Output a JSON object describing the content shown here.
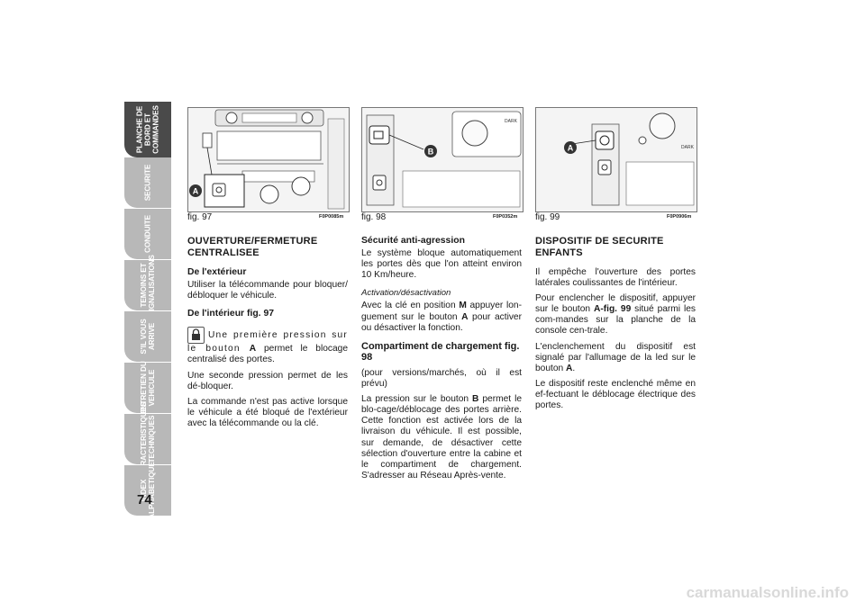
{
  "sidebar": {
    "tabs": [
      {
        "label": "PLANCHE DE\nBORD ET\nCOMMANDES",
        "active": true
      },
      {
        "label": "SECURITE"
      },
      {
        "label": "CONDUITE"
      },
      {
        "label": "TEMOINS ET\nSIGNALISATIONS"
      },
      {
        "label": "S'IL VOUS\nARRIVE"
      },
      {
        "label": "ENTRETIEN DU\nVEHICULE"
      },
      {
        "label": "CARACTERISTIQUES\nTECHNIQUES"
      },
      {
        "label": "INDEX\nALPHABETIQUE"
      }
    ]
  },
  "page_number": "74",
  "figures": [
    {
      "label": "fig. 97",
      "code": "F0P0085m",
      "callout": "A"
    },
    {
      "label": "fig. 98",
      "code": "F0P0352m",
      "callout": "B",
      "text": "DARK"
    },
    {
      "label": "fig. 99",
      "code": "F0P0906m",
      "callout": "A",
      "text": "DARK"
    }
  ],
  "col1": {
    "title": "OUVERTURE/FERMETURE CENTRALISEE",
    "sub1": "De l'extérieur",
    "p1": "Utiliser la télécommande pour bloquer/ débloquer le véhicule.",
    "sub2": "De l'intérieur fig. 97",
    "p2a": "Une première pression sur le bouton ",
    "p2b": "A",
    "p2c": " permet le blocage centralisé des portes.",
    "p3": "Une seconde pression permet de les dé-bloquer.",
    "p4": "La commande n'est pas active lorsque le véhicule a été bloqué de l'extérieur avec la télécommande ou la clé."
  },
  "col2": {
    "sub1": "Sécurité anti-agression",
    "p1": "Le système bloque automatiquement les portes dès que l'on atteint environ 10 Km/heure.",
    "ital": "Activation/désactivation",
    "p2a": "Avec la clé en position ",
    "p2b": "M",
    "p2c": " appuyer lon-guement sur le bouton ",
    "p2d": "A",
    "p2e": " pour activer ou désactiver la fonction.",
    "h2": "Compartiment de chargement fig. 98",
    "p3": "(pour versions/marchés, où il est prévu)",
    "p4a": "La pression sur le bouton ",
    "p4b": "B",
    "p4c": " permet le blo-cage/déblocage des portes arrière. Cette fonction est activée lors de la livraison du véhicule. Il est possible, sur demande, de désactiver cette sélection d'ouverture entre la cabine et le compartiment de chargement. S'adresser au Réseau Après-vente."
  },
  "col3": {
    "title": "DISPOSITIF DE SECURITE ENFANTS",
    "p1": "Il empêche l'ouverture des portes latérales coulissantes de l'intérieur.",
    "p2a": "Pour enclencher le dispositif, appuyer sur le bouton ",
    "p2b": "A-fig. 99",
    "p2c": " situé parmi les com-mandes sur la planche de la console cen-trale.",
    "p3a": "L'enclenchement du dispositif est signalé par l'allumage de la led sur le bouton ",
    "p3b": "A",
    "p3c": ".",
    "p4": "Le dispositif reste enclenché même en ef-fectuant le déblocage électrique des portes."
  },
  "watermark": "carmanualsonline.info",
  "colors": {
    "tab_active": "#4a4a4a",
    "tab_inactive": "#b8b8b8",
    "callout": "#333333"
  }
}
